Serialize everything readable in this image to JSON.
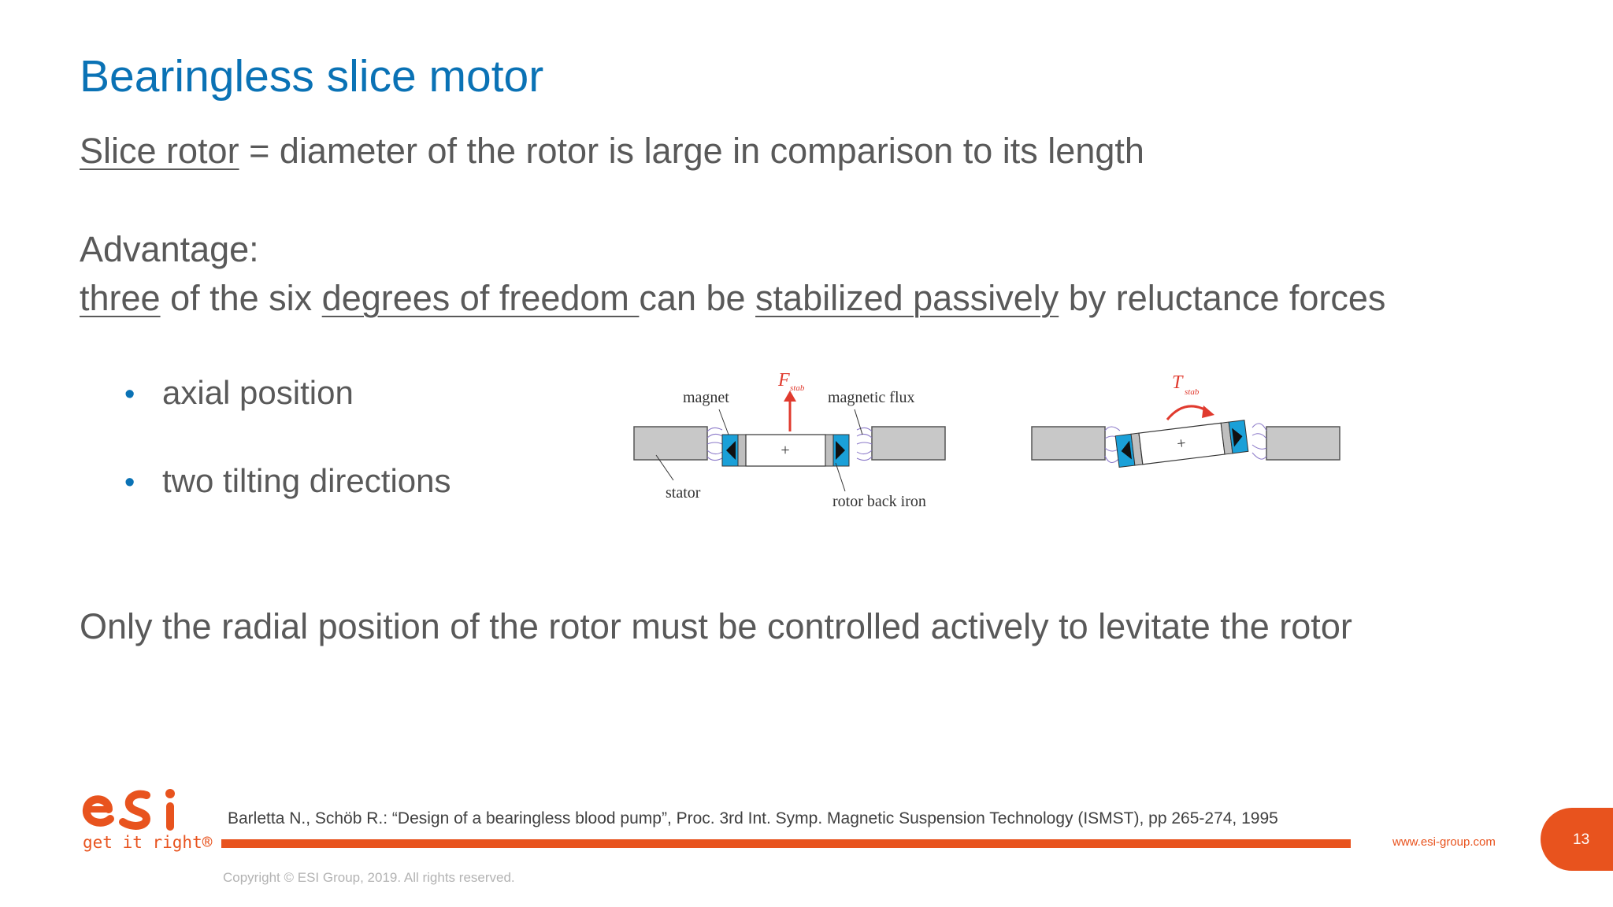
{
  "slide": {
    "title": "Bearingless slice motor",
    "definition": {
      "term": "Slice rotor",
      "rest": " = diameter of the rotor is large in comparison to its length"
    },
    "advantage_heading": "Advantage:",
    "advantage": {
      "p1": "three",
      "p2": " of the six ",
      "p3": "degrees of freedom ",
      "p4": "can be ",
      "p5": "stabilized passively",
      "p6": " by reluctance forces"
    },
    "bullets": [
      "axial position",
      "two tilting directions"
    ],
    "conclusion": "Only the radial position of the rotor must be controlled actively to levitate the rotor"
  },
  "figure": {
    "left": {
      "force_symbol": "F",
      "force_sub": "stab",
      "labels": {
        "magnet": "magnet",
        "magnetic_flux": "magnetic flux",
        "stator": "stator",
        "rotor_back_iron": "rotor back iron"
      },
      "plus": "+"
    },
    "right": {
      "torque_symbol": "T",
      "torque_sub": "stab",
      "plus": "+"
    },
    "colors": {
      "magnet": "#1aa0d8",
      "stator": "#bfbfbf",
      "flux": "#8a78c8",
      "arrow": "#e03a2e"
    }
  },
  "footer": {
    "logo_text": "esi",
    "tagline": "get it right®",
    "reference": "Barletta N., Schöb R.: “Design of a bearingless blood pump”, Proc. 3rd Int. Symp. Magnetic Suspension Technology (ISMST), pp 265-274, 1995",
    "copyright": "Copyright © ESI Group, 2019. All rights reserved.",
    "url": "www.esi-group.com",
    "page_number": "13",
    "accent_color": "#e8531e"
  }
}
